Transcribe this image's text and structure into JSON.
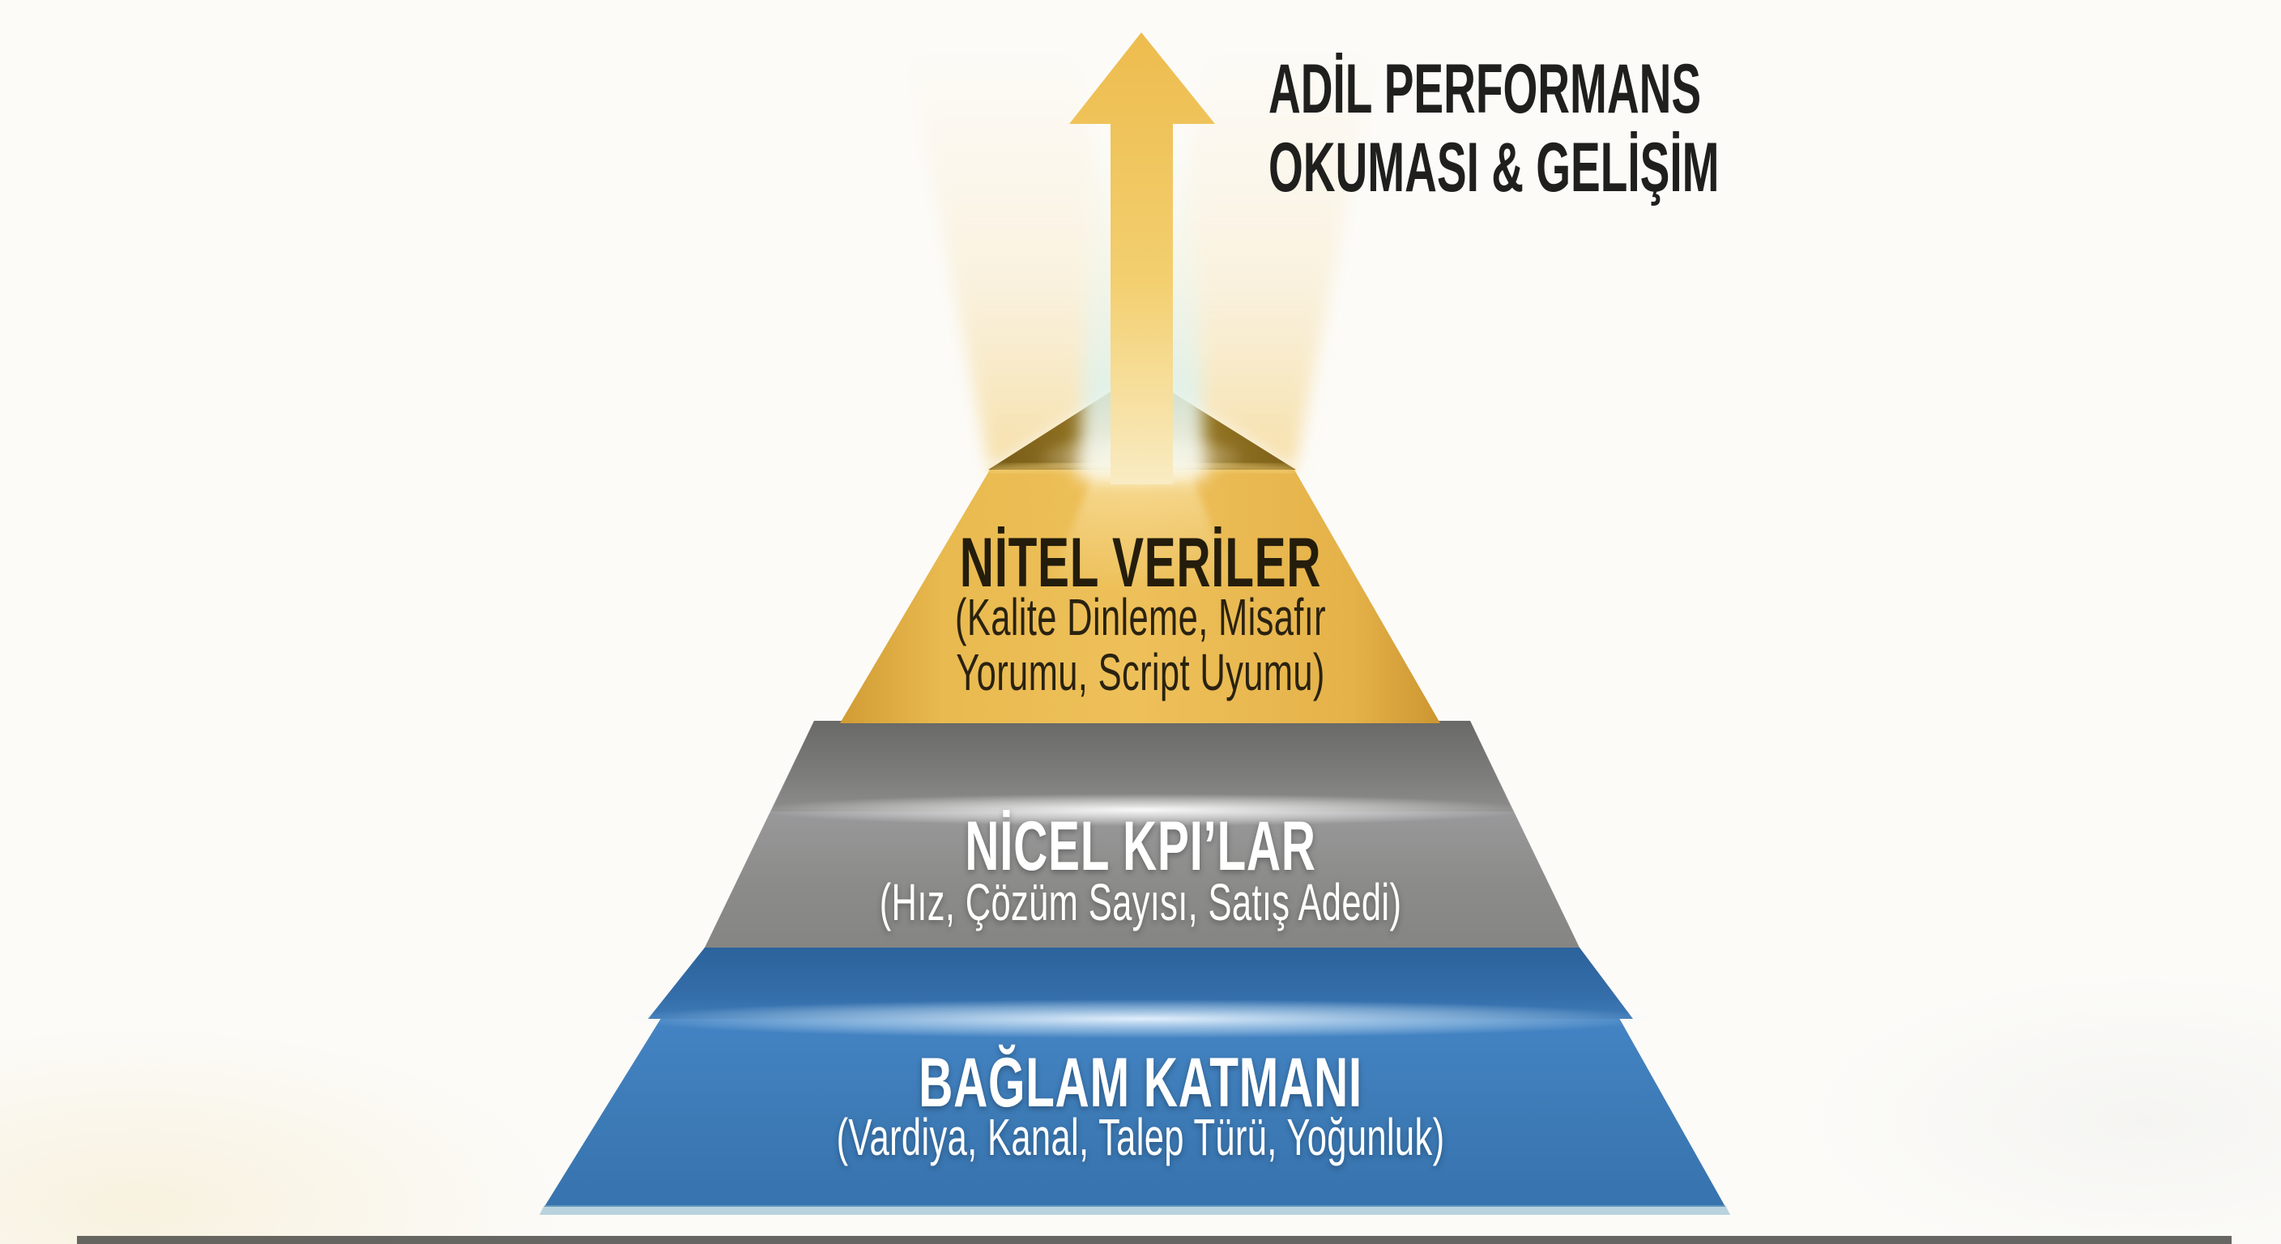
{
  "annotation": {
    "line1": "ADİL PERFORMANS",
    "line2": "OKUMASI & GELİŞİM"
  },
  "pyramid": {
    "layers": [
      {
        "id": "nitel-veriler",
        "title": "NİTEL VERİLER",
        "subtitle_line1": "(Kalite Dinleme, Misafır",
        "subtitle_line2": "Yorumu, Script Uyumu)",
        "color": "#E8B84D",
        "text_color": "#241D0C"
      },
      {
        "id": "nicel-kpilar",
        "title": "NİCEL KPI’LAR",
        "subtitle": "(Hız, Çözüm Sayısı, Satış Adedi)",
        "color": "#8C8C8A",
        "text_color": "#FFFFFF"
      },
      {
        "id": "baglam-katmani",
        "title": "BAĞLAM KATMANI",
        "subtitle": "(Vardiya, Kanal, Talep Türü, Yoğunluk)",
        "color": "#3D7BB7",
        "text_color": "#FFFFFF"
      }
    ],
    "arrow_color": "#F1C45C",
    "beam_color": "#F3D88C"
  }
}
